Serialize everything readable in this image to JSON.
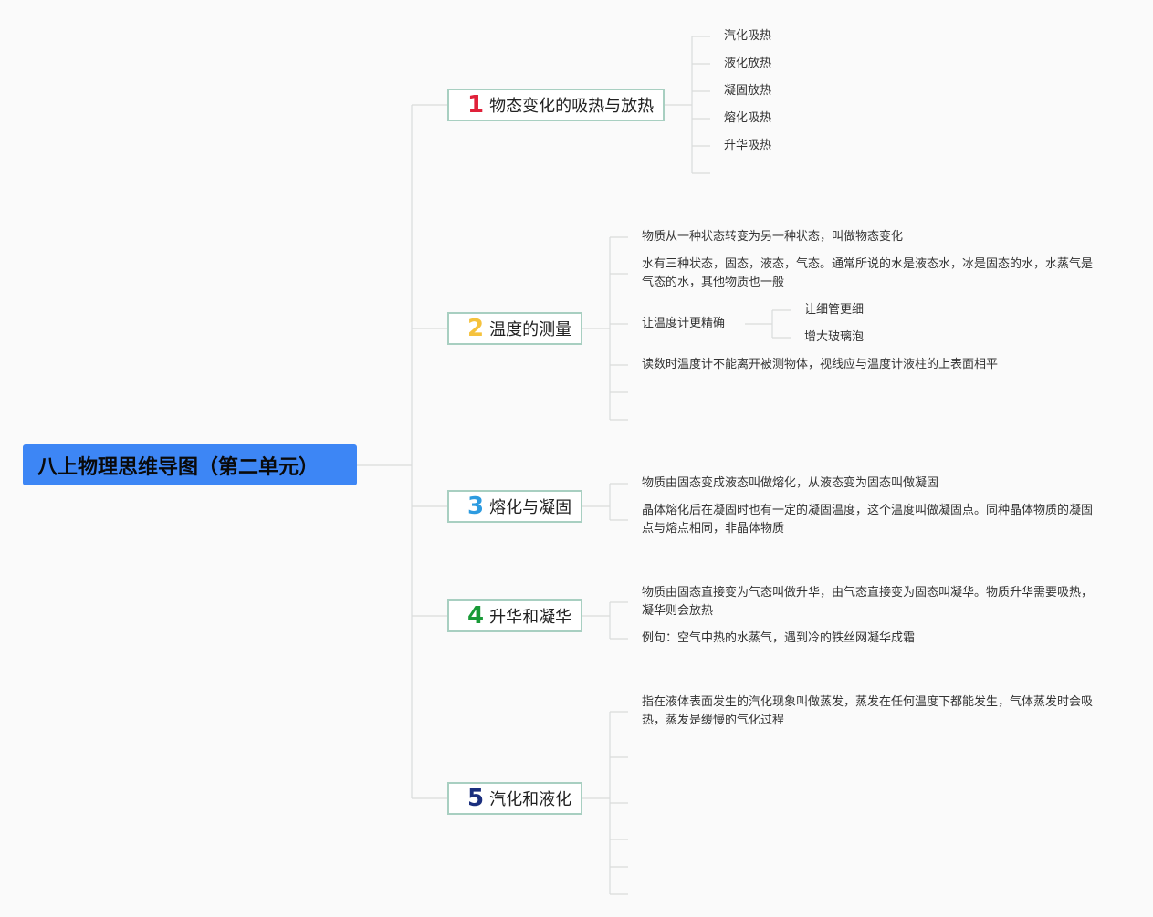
{
  "root": {
    "label": "八上物理思维导图（第二单元）"
  },
  "colors": {
    "root": "#3d86f5",
    "topic_border": "#a8cfc1",
    "line": "#d9dcdb",
    "num1": "#e0213a",
    "num2": "#f5c23d",
    "num3": "#2d9be0",
    "num4": "#199a37",
    "num5": "#1b2f7e"
  },
  "topics": [
    {
      "num": "1",
      "label": "物态变化的吸热与放热",
      "children": [
        "汽化吸热",
        "液化放热",
        "凝固放热",
        "熔化吸热",
        "升华吸热"
      ]
    },
    {
      "num": "2",
      "label": "温度的测量",
      "children": [
        "物质从一种状态转变为另一种状态，叫做物态变化",
        "水有三种状态，固态，液态，气态。通常所说的水是液态水，冰是固态的水，水蒸气是气态的水，其他物质也一般",
        {
          "label": "让温度计更精确",
          "children": [
            "让细管更细",
            "增大玻璃泡"
          ]
        },
        "读数时温度计不能离开被测物体，视线应与温度计液柱的上表面相平"
      ]
    },
    {
      "num": "3",
      "label": "熔化与凝固",
      "children": [
        "物质由固态变成液态叫做熔化，从液态变为固态叫做凝固",
        "晶体熔化后在凝固时也有一定的凝固温度，这个温度叫做凝固点。同种晶体物质的凝固点与熔点相同，非晶体物质"
      ]
    },
    {
      "num": "4",
      "label": "升华和凝华",
      "children": [
        "物质由固态直接变为气态叫做升华，由气态直接变为固态叫凝华。物质升华需要吸热，凝华则会放热",
        "例句：空气中热的水蒸气，遇到冷的铁丝网凝华成霜"
      ]
    },
    {
      "num": "5",
      "label": "汽化和液化",
      "children": [
        "指在液体表面发生的汽化现象叫做蒸发，蒸发在任何温度下都能发生，气体蒸发时会吸热，蒸发是缓慢的气化过程"
      ]
    }
  ]
}
